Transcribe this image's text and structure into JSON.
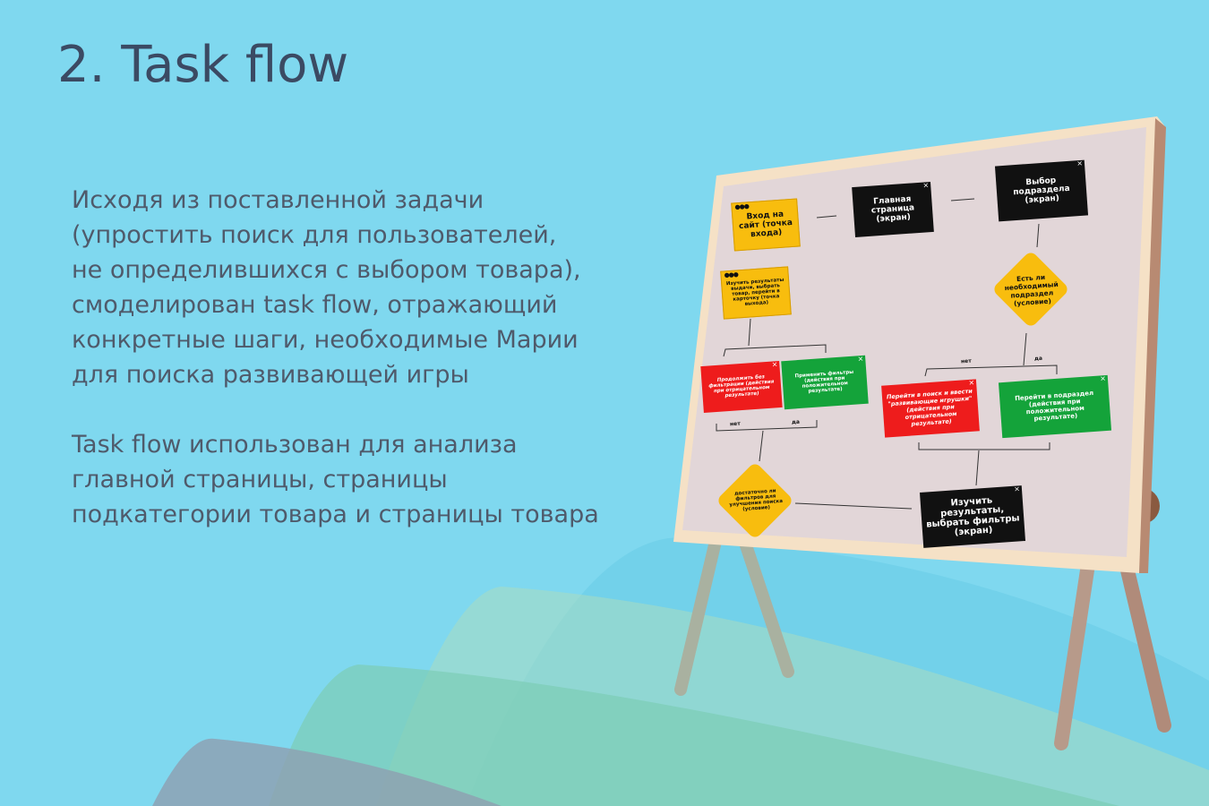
{
  "slide": {
    "title": "2. Task flow",
    "paragraph1": "Исходя из поставленной задачи\n(упростить поиск для пользователей,\nне определившихся с выбором товара),\nсмоделирован task flow, отражающий\nконкретные шаги, необходимые Марии\nдля поиска развивающей игры",
    "paragraph2": "Task flow использован для анализа\nглавной страницы, страницы\nподкатегории товара и страницы товара"
  },
  "flow": {
    "entry": "Вход на сайт (точка входа)",
    "main_page": "Главная страница (экран)",
    "choose_section": "Выбор подраздела (экран)",
    "condition_section": "Есть ли необходимый подраздел (условие)",
    "exit": "Изучить результаты выдачи, выбрать товар, перейти в карточку (точка выхода)",
    "no_filter": "Продолжить без фильтрации (действия при отрицательном результате)",
    "apply_filter": "Применить фильтры (действия при положительном результате)",
    "go_search": "Перейти в поиск и ввести \"развивающие игрушки\" (действия при отрицательном результате)",
    "go_section": "Перейти в подраздел (действия при положительном результате)",
    "study_results": "Изучить результаты, выбрать фильтры (экран)",
    "condition_filters": "достаточно ли фильтров для улучшения поиска (условие)",
    "no": "нет",
    "yes": "да",
    "close_glyph": "×",
    "dots_glyph": "●●●"
  },
  "colors": {
    "background": "#7fd8ef",
    "yellow": "#f8bd0e",
    "red": "#ee1c1c",
    "green": "#14a33a",
    "dark": "#111111"
  }
}
